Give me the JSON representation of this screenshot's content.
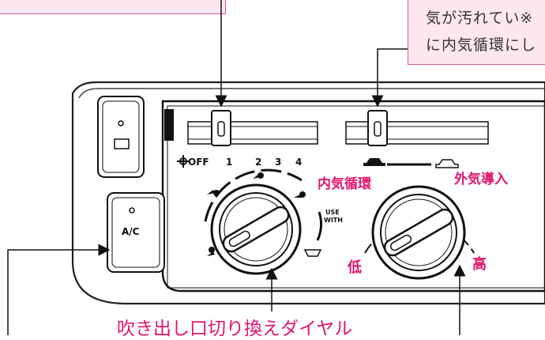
{
  "callouts": {
    "right_line1": "気が汚れてい※",
    "right_line2": "に内気循環にし"
  },
  "labels": {
    "recirculation": "内気循環",
    "fresh_air": "外気導入",
    "low": "低",
    "high": "高",
    "mode_dial": "吹き出し口切り換えダイヤル"
  },
  "panel": {
    "fan_off": "OFF",
    "fan_levels": [
      "1",
      "2",
      "3",
      "4"
    ],
    "ac_button": "A/C",
    "use_with_1": "USE",
    "use_with_2": "WITH"
  },
  "colors": {
    "accent": "#e0156e",
    "callout_bg": "#fce6ef",
    "callout_border": "#e2569a"
  }
}
